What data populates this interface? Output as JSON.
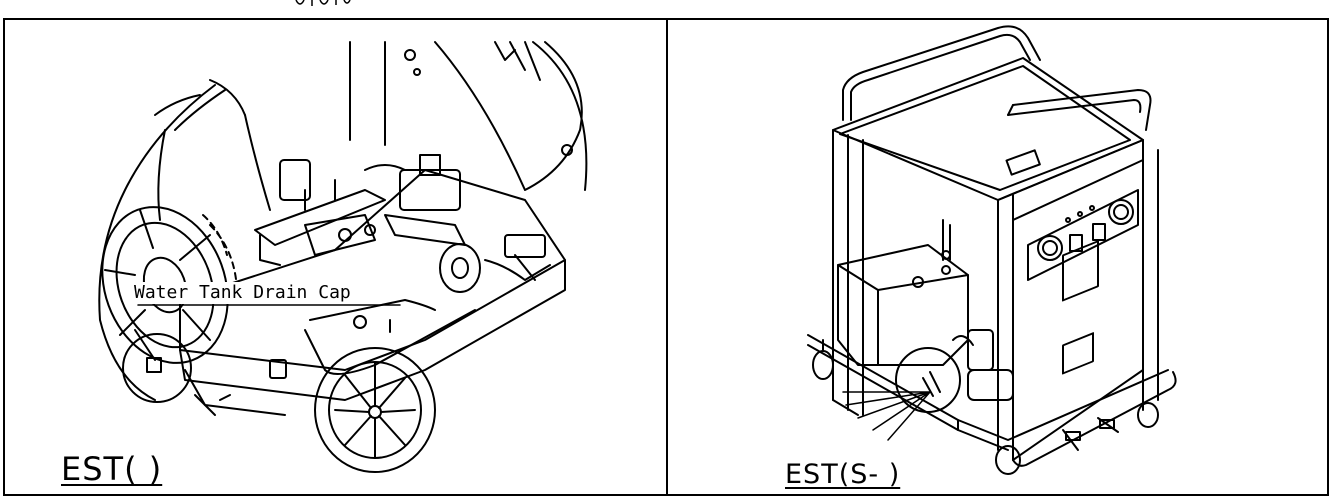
{
  "figures": [
    {
      "caption": "EST( )",
      "callout": "Water Tank Drain Cap"
    },
    {
      "caption": "EST(S- )"
    }
  ]
}
